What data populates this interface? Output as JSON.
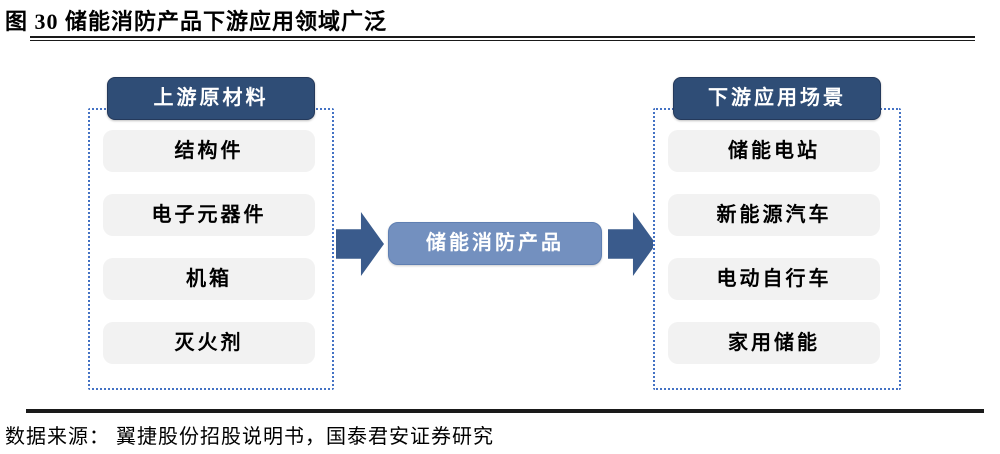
{
  "figure": {
    "title": "图 30 储能消防产品下游应用领域广泛",
    "source": "数据来源： 翼捷股份招股说明书，国泰君安证券研究"
  },
  "diagram": {
    "upstream": {
      "header": "上游原材料",
      "items": [
        "结构件",
        "电子元器件",
        "机箱",
        "灭火剂"
      ]
    },
    "center": {
      "label": "储能消防产品"
    },
    "downstream": {
      "header": "下游应用场景",
      "items": [
        "储能电站",
        "新能源汽车",
        "电动自行车",
        "家用储能"
      ]
    },
    "icons": {
      "left_flow": "arrow-right-icon",
      "right_flow": "arrow-right-icon"
    },
    "colors": {
      "header_bg": "#2F4D76",
      "center_bg": "#7390BF",
      "arrow": "#3A5B8C",
      "dashed_border": "#4472C4",
      "item_bg": "#F2F2F2",
      "rule_line": "#1A1A1A"
    }
  }
}
